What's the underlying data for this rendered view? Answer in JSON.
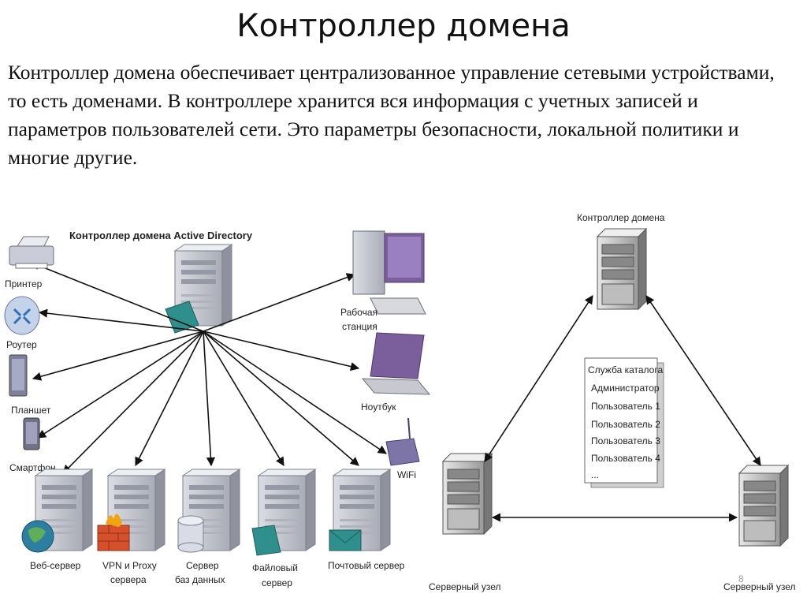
{
  "slide": {
    "title": "Контроллер домена",
    "paragraph": "Контроллер домена обеспечивает централизованное управление сетевыми устройствами, то есть доменами. В контроллере хранится вся информация с учетных записей и параметров пользователей сети. Это параметры безопасности, локальной политики и многие другие.",
    "page_number": "8"
  },
  "left_diagram": {
    "title": "Контроллер домена Active Directory",
    "nodes": {
      "printer": "Принтер",
      "router": "Роутер",
      "tablet": "Планшет",
      "smartphone": "Смартфон",
      "workstation_1": "Рабочая",
      "workstation_2": "станция",
      "laptop": "Ноутбук",
      "wifi": "WiFi",
      "web_server": "Веб-сервер",
      "vpn_1": "VPN и Proxy",
      "vpn_2": "сервера",
      "db_1": "Сервер",
      "db_2": "баз данных",
      "file_1": "Файловый",
      "file_2": "сервер",
      "mail": "Почтовый сервер"
    }
  },
  "right_diagram": {
    "top_label": "Контроллер домена",
    "bottom_left_label": "Серверный узел",
    "bottom_right_label": "Серверный узел",
    "catalog": {
      "title": "Служба каталога",
      "items": [
        "Администратор",
        "Пользователь 1",
        "Пользователь 2",
        "Пользователь 3",
        "Пользователь 4",
        "..."
      ]
    }
  },
  "colors": {
    "server_body": "#c8cad2",
    "server_side": "#9fa2ad",
    "accent_teal": "#2f8f8c",
    "arrow": "#111111"
  }
}
